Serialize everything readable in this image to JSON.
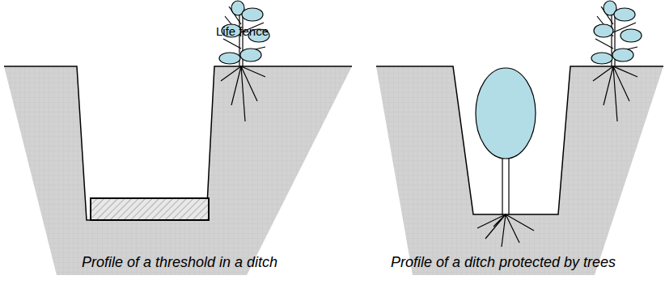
{
  "diagram": {
    "labels": [
      "Life fence",
      "Profile of a threshold in a ditch",
      "Profile of a ditch protected by trees"
    ]
  }
}
